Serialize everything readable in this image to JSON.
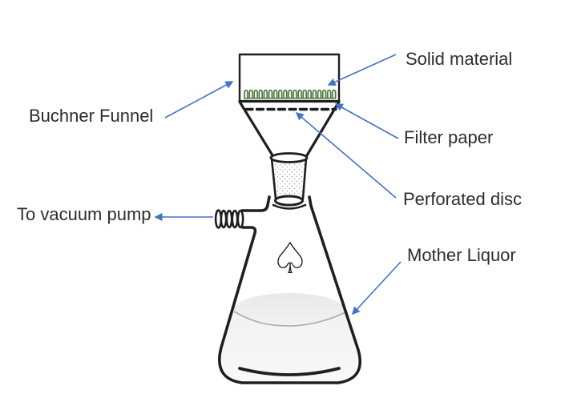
{
  "colors": {
    "background": "#ffffff",
    "line": "#1f1f1f",
    "arrow": "#4472c4",
    "solid_material": "#4b7239",
    "liquid_fill": "#f2f2f3",
    "liquid_surface": "#e9e9ea",
    "liquid_rim": "#aaaaad",
    "text": "#2d2d2d"
  },
  "diagram": {
    "labels": {
      "solid_material": "Solid material",
      "buchner_funnel": "Buchner Funnel",
      "filter_paper": "Filter paper",
      "perforated_disc": "Perforated disc",
      "to_vacuum_pump": "To vacuum pump",
      "mother_liquor": "Mother Liquor"
    },
    "flask_symbol": "♤"
  }
}
